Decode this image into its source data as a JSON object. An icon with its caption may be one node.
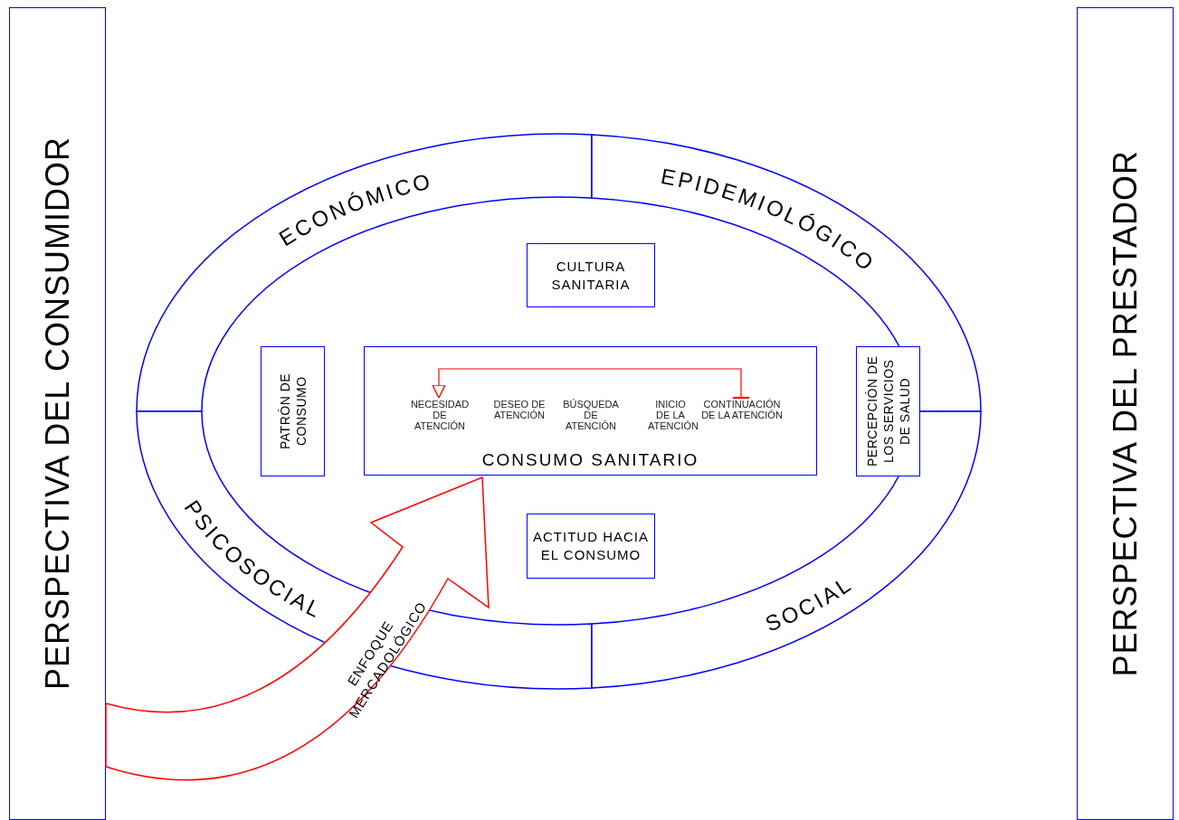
{
  "diagram": {
    "nodes": [
      {
        "text": [
          "PERSPECTIVA DEL CONSUMIDOR"
        ]
      },
      {
        "text": [
          "PERSPECTIVA DEL PRESTADOR"
        ]
      },
      {
        "text": [
          "ECONÓMICO"
        ]
      },
      {
        "text": [
          "EPIDEMIOLÓGICO"
        ]
      },
      {
        "text": [
          "PSICOSOCIAL"
        ]
      },
      {
        "text": [
          "SOCIAL"
        ]
      },
      {
        "text": [
          "CULTURA SANITARIA"
        ]
      },
      {
        "text": [
          "PATRÓN DE CONSUMO"
        ]
      },
      {
        "text": [
          "CONSUMO SANITARIO"
        ]
      },
      {
        "text": [
          "NECESIDAD DE ATENCIÓN"
        ],
        "in": 8
      },
      {
        "text": [
          "DESEO DE ATENCIÓN"
        ],
        "in": 8
      },
      {
        "text": [
          "BÚSQUEDA DE ATENCIÓN"
        ],
        "in": 8
      },
      {
        "text": [
          "INICIO DE LA ATENCIÓN"
        ],
        "in": 8
      },
      {
        "text": [
          "CONTINUACIÓN DE LA ATENCIÓN"
        ],
        "in": 8
      },
      {
        "text": [
          "PERCEPCIÓN DE LOS SERVICIOS DE SALUD"
        ]
      },
      {
        "text": [
          "ACTITUD HACIA EL CONSUMO"
        ]
      }
    ],
    "edges": [
      {
        "from": 13,
        "to": 9,
        "arrow": "to"
      },
      {
        "from": 0,
        "to": 8,
        "arrow": "to",
        "label": "ENFOQUE MERCADOLÓGICO",
        "style": "thick"
      }
    ]
  }
}
